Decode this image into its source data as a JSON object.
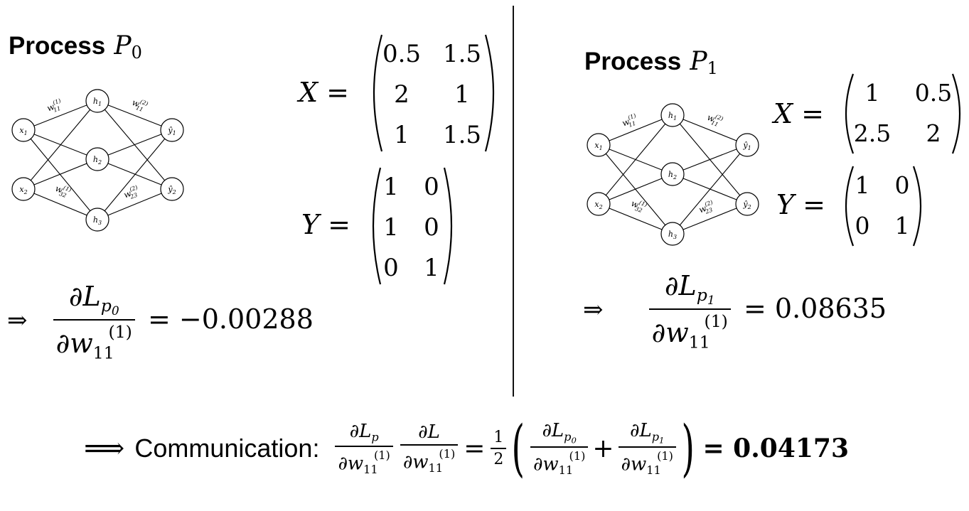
{
  "left": {
    "title": {
      "word": "Process",
      "var": "P",
      "sub": "0"
    },
    "X": {
      "label": "X =",
      "rows": [
        [
          "0.5",
          "1.5"
        ],
        [
          "2",
          "1"
        ],
        [
          "1",
          "1.5"
        ]
      ]
    },
    "Y": {
      "label": "Y =",
      "rows": [
        [
          "1",
          "0"
        ],
        [
          "1",
          "0"
        ],
        [
          "0",
          "1"
        ]
      ]
    },
    "result": {
      "arrow": "⇒",
      "num_sym": "∂L",
      "num_sub": "p",
      "num_subsub": "0",
      "den_sym": "∂w",
      "den_sub": "11",
      "den_sup": "(1)",
      "value": "= −0.00288"
    },
    "network": {
      "inputs": [
        "x1",
        "x2"
      ],
      "hidden": [
        "h1",
        "h2",
        "h3"
      ],
      "outputs": [
        "ŷ1",
        "ŷ2"
      ],
      "weight_labels": [
        "w11(1)",
        "w11(2)",
        "w32(1)",
        "w23(2)"
      ]
    }
  },
  "right": {
    "title": {
      "word": "Process",
      "var": "P",
      "sub": "1"
    },
    "X": {
      "label": "X =",
      "rows": [
        [
          "1",
          "0.5"
        ],
        [
          "2.5",
          "2"
        ]
      ]
    },
    "Y": {
      "label": "Y =",
      "rows": [
        [
          "1",
          "0"
        ],
        [
          "0",
          "1"
        ]
      ]
    },
    "result": {
      "arrow": "⇒",
      "num_sym": "∂L",
      "num_sub": "p",
      "num_subsub": "1",
      "den_sym": "∂w",
      "den_sub": "11",
      "den_sup": "(1)",
      "value": "= 0.08635"
    }
  },
  "bottom": {
    "arrow": "⟹",
    "label": "Communication:",
    "f1_num": "∂L",
    "f1_num_sub": "p",
    "f2_num": "∂L",
    "den": "∂w",
    "den_sub": "11",
    "den_sup": "(1)",
    "eq": "=",
    "half_num": "1",
    "half_den": "2",
    "p0_sub": "0",
    "p1_sub": "1",
    "plus": "+",
    "result": "= 0.04173"
  }
}
